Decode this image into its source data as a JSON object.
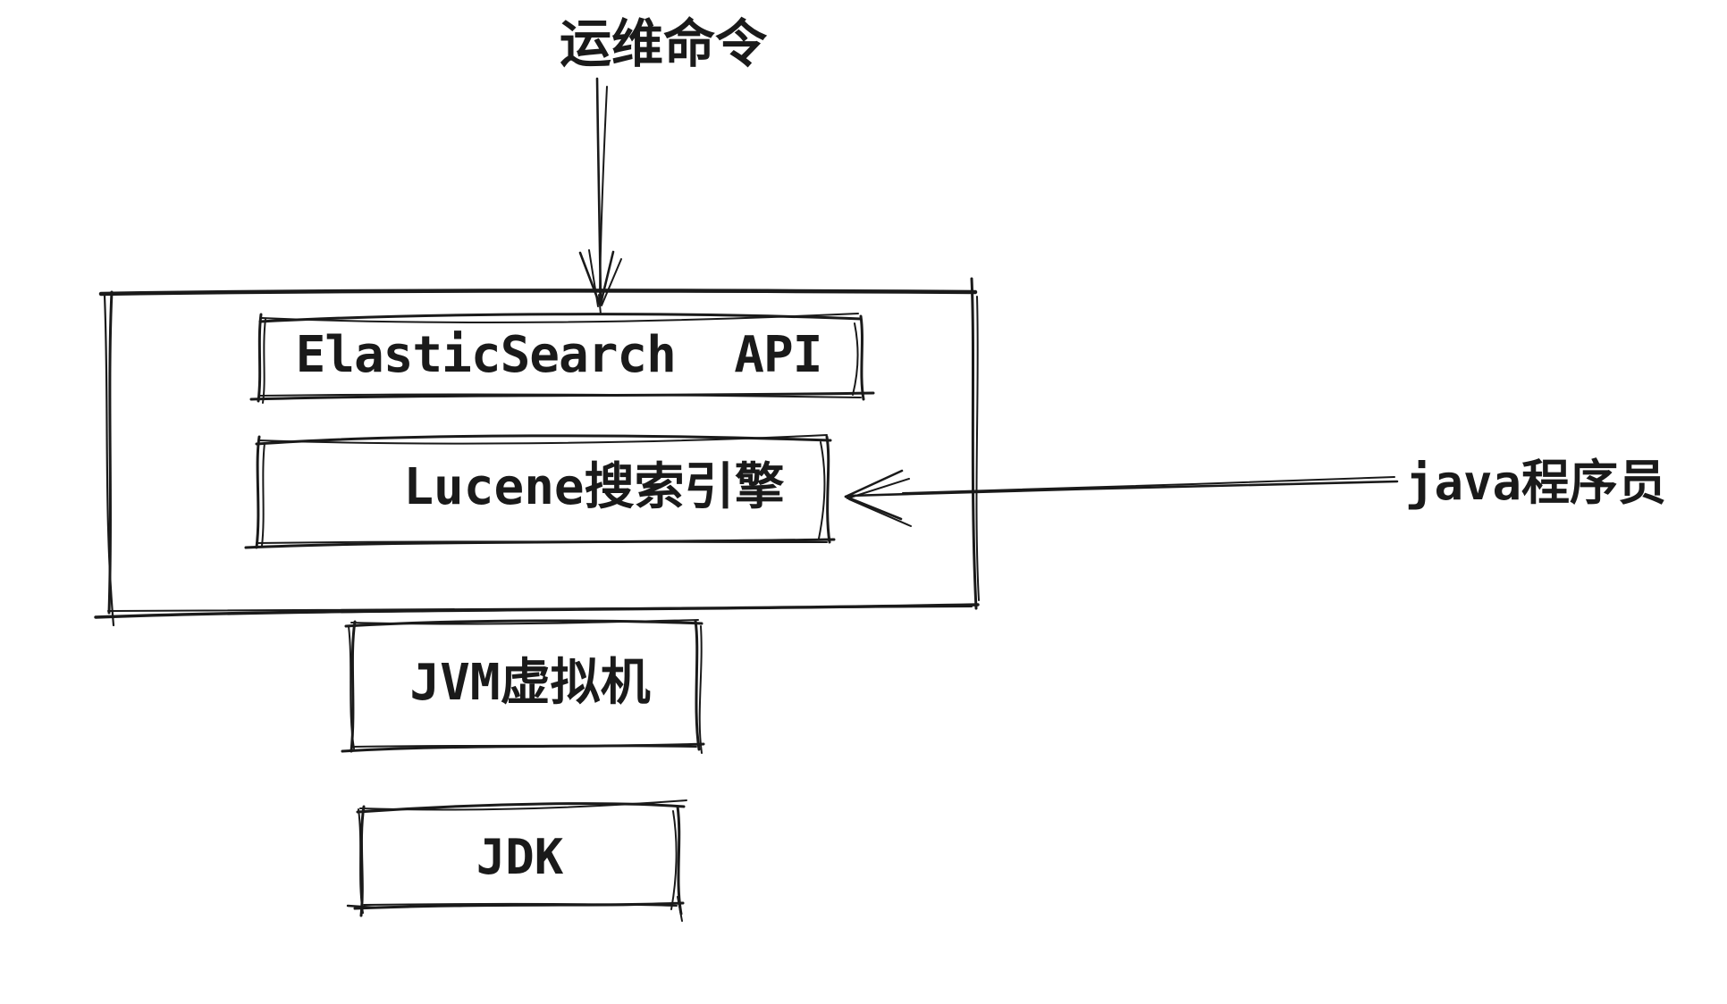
{
  "page": {
    "background": "#ffffff",
    "ink": "#1a1a1a"
  },
  "labels": {
    "ops_command": "运维命令",
    "es_api": "ElasticSearch  API",
    "lucene": "Lucene搜索引擎",
    "jvm": "JVM虚拟机",
    "jdk": "JDK",
    "java_programmer": "java程序员"
  },
  "relations": [
    {
      "from": "运维命令",
      "to": "ElasticSearch  API",
      "direction": "down"
    },
    {
      "from": "java程序员",
      "to": "Lucene搜索引擎",
      "direction": "left"
    }
  ]
}
